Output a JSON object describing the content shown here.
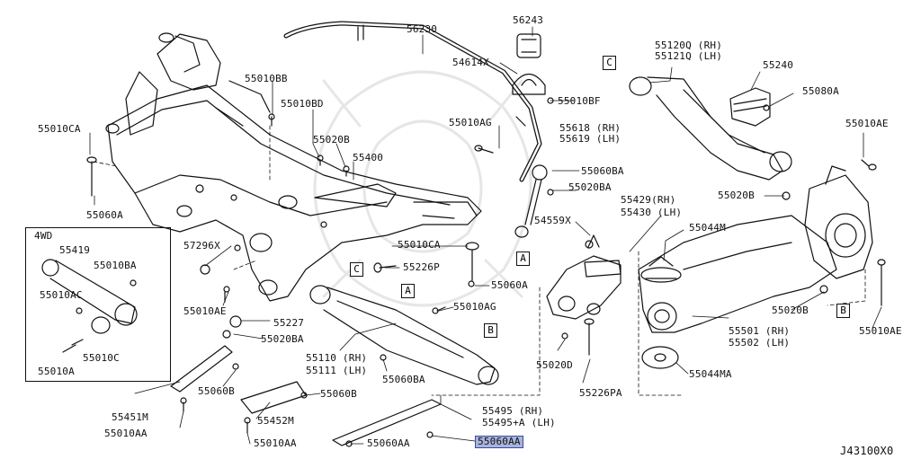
{
  "diagram": {
    "code": "J43100X0",
    "inset_label": "4WD",
    "highlight_part": "55060AA",
    "refs": [
      "A",
      "B",
      "C"
    ],
    "labels": {
      "p56230": "56230",
      "p56243": "56243",
      "p54614x": "54614X",
      "p55010bf": "55010BF",
      "p55120q": "55120Q (RH)",
      "p55121q": "55121Q (LH)",
      "p55240": "55240",
      "p55080a": "55080A",
      "p55010bb": "55010BB",
      "p55010bd": "55010BD",
      "p55010ca_top": "55010CA",
      "p55020b_top": "55020B",
      "p55400": "55400",
      "p55010ag_top": "55010AG",
      "p55618": "55618 (RH)",
      "p55619": "55619 (LH)",
      "p55060ba_top": "55060BA",
      "p55020ba_top": "55020BA",
      "p55010ae_top": "55010AE",
      "p55020b_right": "55020B",
      "p55060a_left": "55060A",
      "p55429": "55429(RH)",
      "p55430": "55430 (LH)",
      "p54559x": "54559X",
      "p55044m": "55044M",
      "p57296x": "57296X",
      "p55010ca_mid": "55010CA",
      "p55226p": "55226P",
      "p55060a_mid": "55060A",
      "p55419": "55419",
      "p55010ba": "55010BA",
      "p55010ac": "55010AC",
      "p55010c": "55010C",
      "p55010a": "55010A",
      "p55010ae_left": "55010AE",
      "p55227": "55227",
      "p55020ba_mid": "55020BA",
      "p55010ag_mid": "55010AG",
      "p55110": "55110 (RH)",
      "p55111": "55111 (LH)",
      "p55060ba_mid": "55060BA",
      "p55020d": "55020D",
      "p55501": "55501 (RH)",
      "p55502": "55502 (LH)",
      "p55020b_low": "55020B",
      "p55010ae_right": "55010AE",
      "p55044ma": "55044MA",
      "p55226pa": "55226PA",
      "p55060b_left": "55060B",
      "p55060b_mid": "55060B",
      "p55451m": "55451M",
      "p55452m": "55452M",
      "p55495": "55495 (RH)",
      "p55495a": "55495+A (LH)",
      "p55010aa_1": "55010AA",
      "p55010aa_2": "55010AA",
      "p55060aa_1": "55060AA",
      "p55060aa_2": "55060AA"
    }
  }
}
